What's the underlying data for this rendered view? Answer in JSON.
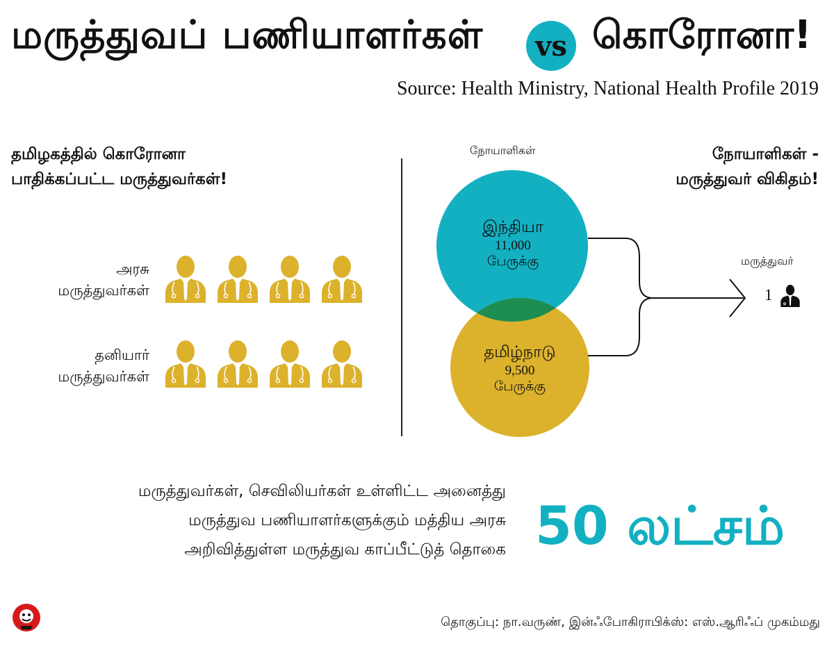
{
  "header": {
    "title_left": "மருத்துவப் பணியாளர்கள்",
    "vs": "vs",
    "title_right": "கொரோனா!",
    "source": "Source: Health Ministry, National Health Profile 2019"
  },
  "left": {
    "heading_line1": "தமிழகத்தில் கொரோனா",
    "heading_line2": "பாதிக்கப்பட்ட மருத்துவர்கள்!",
    "rows": [
      {
        "label_line1": "அரசு",
        "label_line2": "மருத்துவர்கள்",
        "icon_count": 4
      },
      {
        "label_line1": "தனியார்",
        "label_line2": "மருத்துவர்கள்",
        "icon_count": 4
      }
    ]
  },
  "right": {
    "patients_label": "நோயாளிகள்",
    "heading_line1": "நோயாளிகள் -",
    "heading_line2": "மருத்துவர் விகிதம்!",
    "circles": [
      {
        "name": "இந்தியா",
        "value": "11,000",
        "unit": "பேருக்கு",
        "color": "#13b0c2"
      },
      {
        "name": "தமிழ்நாடு",
        "value": "9,500",
        "unit": "பேருக்கு",
        "color": "#dcb22c"
      }
    ],
    "overlap_color": "#1d8d52",
    "doctor_label": "மருத்துவர்",
    "doctor_ratio": "1"
  },
  "bottom": {
    "line1": "மருத்துவர்கள், செவிலியர்கள் உள்ளிட்ட அனைத்து",
    "line2": "மருத்துவ பணியாளர்களுக்கும் மத்திய அரசு",
    "line3": "அறிவித்துள்ள மருத்துவ காப்பீட்டுத் தொகை",
    "highlight": "50 லட்சம்"
  },
  "footer": {
    "credit": "தொகுப்பு: நா.வருண், இன்ஃபோகிராபிக்ஸ்: எஸ்.ஆரிஃப் முகம்மது"
  },
  "colors": {
    "accent_teal": "#13b0c2",
    "doctor_gold": "#dcb22c",
    "logo_red": "#d7191c"
  }
}
